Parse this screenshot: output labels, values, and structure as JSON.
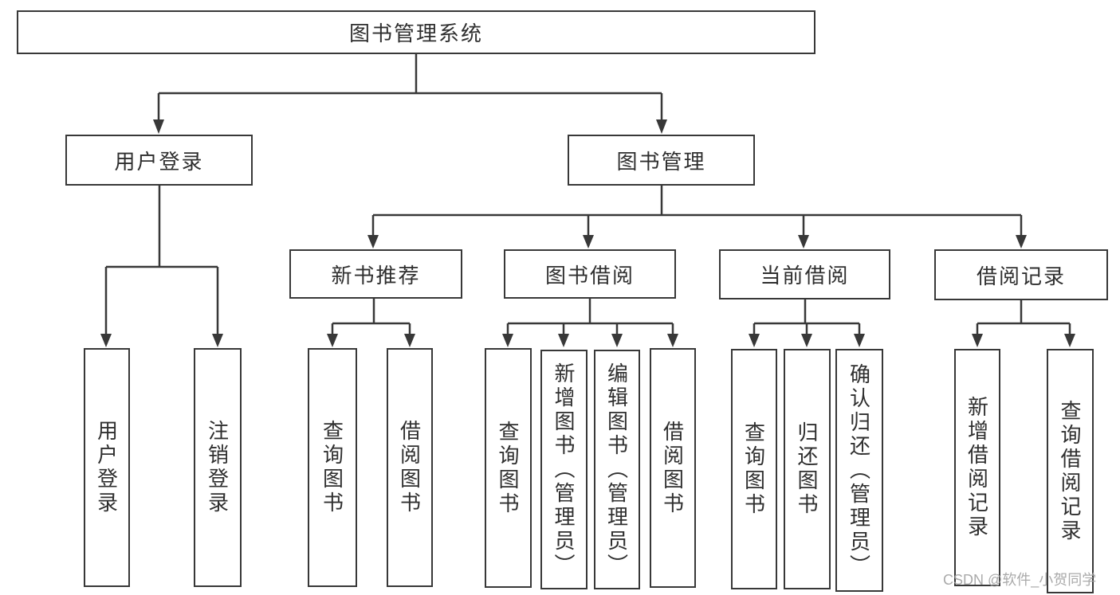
{
  "tree": {
    "label": "图书管理系统",
    "children": [
      {
        "label": "用户登录",
        "children": [
          {
            "label": "用户登录"
          },
          {
            "label": "注销登录"
          }
        ]
      },
      {
        "label": "图书管理",
        "children": [
          {
            "label": "新书推荐",
            "children": [
              {
                "label": "查询图书"
              },
              {
                "label": "借阅图书"
              }
            ]
          },
          {
            "label": "图书借阅",
            "children": [
              {
                "label": "查询图书"
              },
              {
                "label": "新增图书（管理员）"
              },
              {
                "label": "编辑图书（管理员）"
              },
              {
                "label": "借阅图书"
              }
            ]
          },
          {
            "label": "当前借阅",
            "children": [
              {
                "label": "查询图书"
              },
              {
                "label": "归还图书"
              },
              {
                "label": "确认归还（管理员）"
              }
            ]
          },
          {
            "label": "借阅记录",
            "children": [
              {
                "label": "新增借阅记录"
              },
              {
                "label": "查询借阅记录"
              }
            ]
          }
        ]
      }
    ]
  },
  "watermark": {
    "text": "CSDN @软件_小贺同学",
    "color": "#a3a3a3"
  },
  "colors": {
    "line": "#383838",
    "text": "#2f2f2f",
    "background": "#ffffff"
  }
}
